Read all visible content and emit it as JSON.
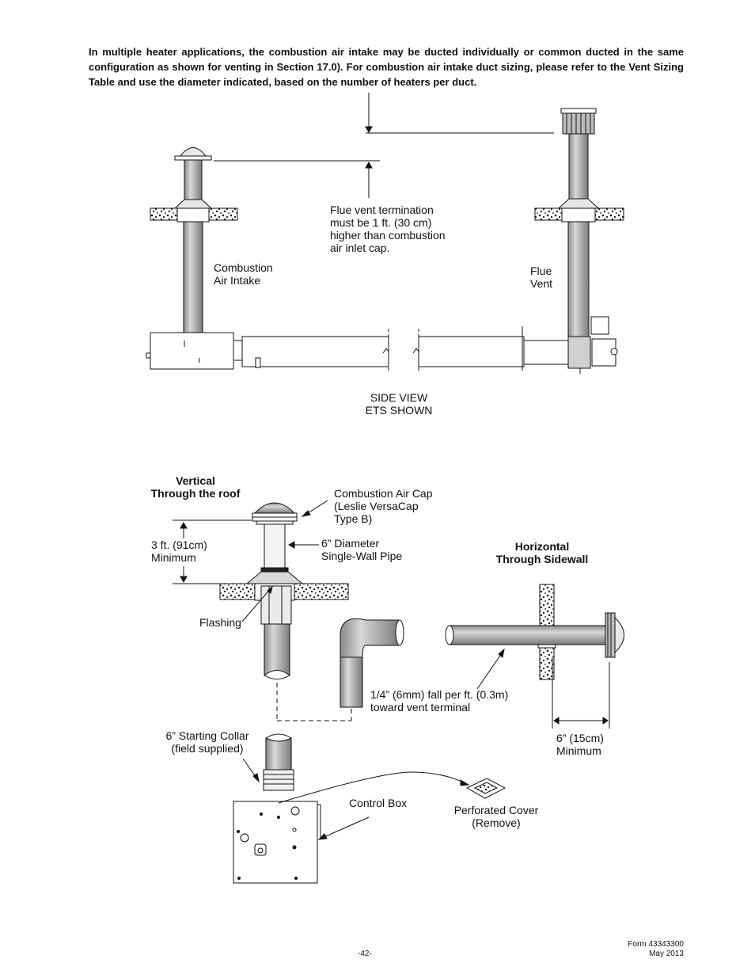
{
  "intro": {
    "p1": "In ",
    "bold1": "multiple heater applications",
    "p2": ", the combustion air intake may be ducted individually or common ducted in the same configuration as shown for venting in Section 17.0). For combustion air intake duct sizing, please refer to the ",
    "bold2": "Vent Sizing Table",
    "p3": " and use the diameter indicated, based on the number of heaters per duct."
  },
  "side_view": {
    "termination_note": [
      "Flue vent termination",
      "must be 1 ft. (30 cm)",
      "higher than combustion",
      "air inlet cap."
    ],
    "combustion_air_intake": [
      "Combustion",
      "Air Intake"
    ],
    "flue_vent": [
      "Flue",
      "Vent"
    ],
    "caption": [
      "SIDE VIEW",
      "ETS SHOWN"
    ]
  },
  "detail": {
    "vertical_title": [
      "Vertical",
      "Through the roof"
    ],
    "horizontal_title": [
      "Horizontal",
      "Through Sidewall"
    ],
    "combustion_air_cap": [
      "Combustion Air Cap",
      "(Leslie VersaCap",
      "Type B)"
    ],
    "height_min": [
      "3 ft. (91cm)",
      "Minimum"
    ],
    "pipe": [
      "6” Diameter",
      "Single-Wall Pipe"
    ],
    "flashing": "Flashing",
    "fall": [
      "1/4” (6mm) fall per ft. (0.3m)",
      "toward vent terminal"
    ],
    "wall_min": [
      "6” (15cm)",
      "Minimum"
    ],
    "starting_collar": [
      "6” Starting Collar",
      "(field supplied)"
    ],
    "control_box": "Control Box",
    "perforated_cover": [
      "Perforated Cover",
      "(Remove)"
    ]
  },
  "footer": {
    "page": "-42-",
    "form": "Form 43343300",
    "date": "May 2013"
  }
}
